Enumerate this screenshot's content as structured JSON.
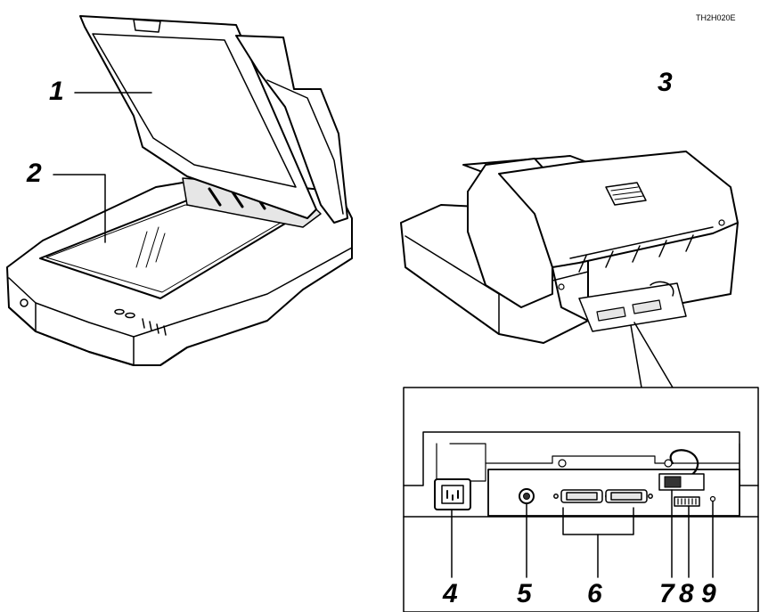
{
  "figure_code": "TH2H020E",
  "callouts": {
    "c1": "1",
    "c2": "2",
    "c3": "3",
    "c4": "4",
    "c5": "5",
    "c6": "6",
    "c7": "7",
    "c8": "8",
    "c9": "9"
  },
  "colors": {
    "line": "#000000",
    "body": "#ffffff",
    "shade": "#e6e6e6",
    "dark": "#333333"
  }
}
